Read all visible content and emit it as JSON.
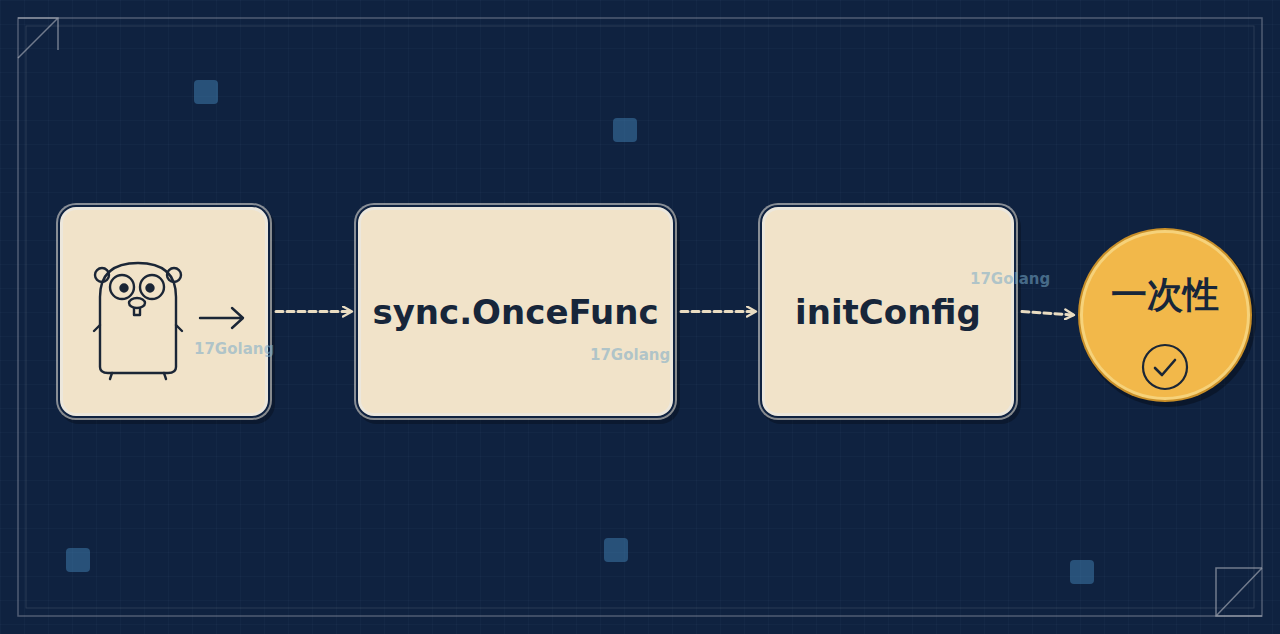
{
  "diagram": {
    "nodes": [
      {
        "text": []
      },
      {
        "text": [
          "sync.OnceFunc"
        ]
      },
      {
        "text": [
          "initConfig"
        ]
      },
      {
        "text": [
          "一次性"
        ]
      }
    ],
    "edges": [
      {
        "from": 0,
        "to": 1,
        "arrow": "to"
      },
      {
        "from": 1,
        "to": 2,
        "arrow": "to"
      },
      {
        "from": 2,
        "to": 3,
        "arrow": "to"
      }
    ],
    "labels": [
      "17Golang",
      "17Golang",
      "17Golang"
    ]
  }
}
